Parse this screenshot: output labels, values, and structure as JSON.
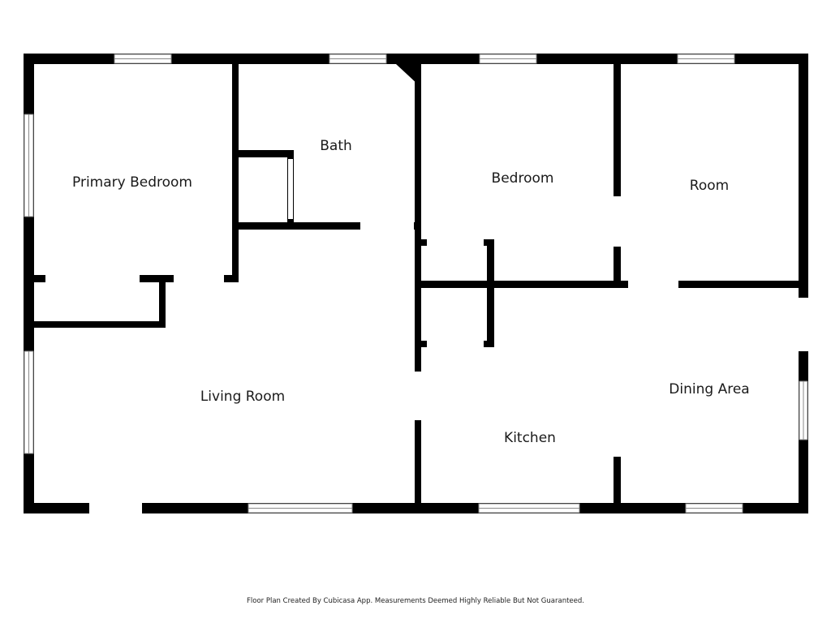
{
  "rooms": {
    "primary_bedroom": "Primary Bedroom",
    "bath": "Bath",
    "bedroom": "Bedroom",
    "room": "Room",
    "living_room": "Living Room",
    "dining_area": "Dining Area",
    "kitchen": "Kitchen"
  },
  "footer": "Floor Plan Created By Cubicasa App. Measurements Deemed Highly Reliable But Not Guaranteed.",
  "colors": {
    "wall": "#000000",
    "window_frame": "#9a9a9a",
    "background": "#ffffff"
  }
}
